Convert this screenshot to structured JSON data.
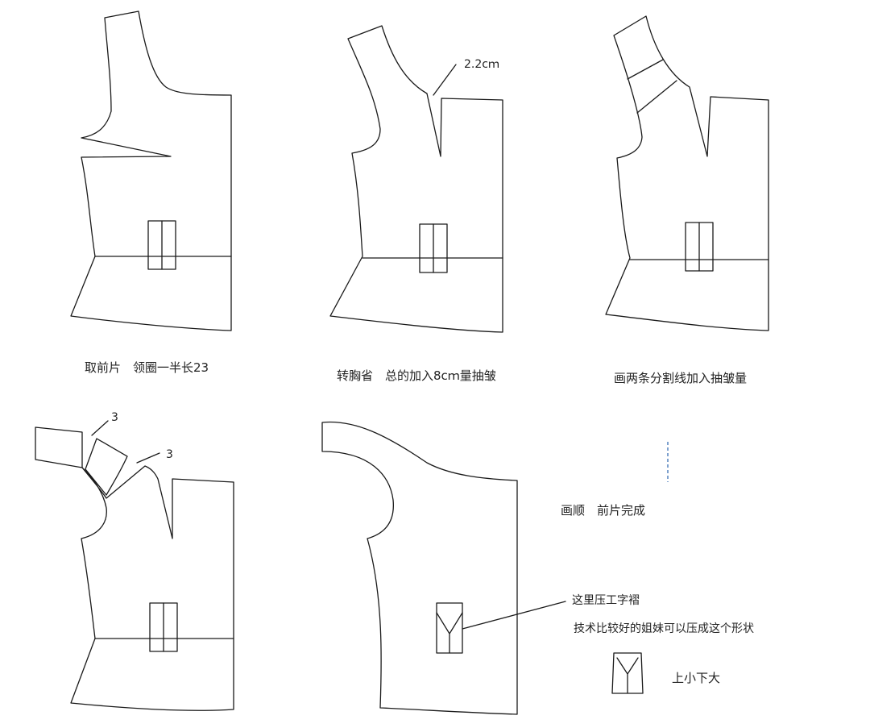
{
  "steps": [
    {
      "caption": "取前片　领圈一半长23"
    },
    {
      "caption": "转胸省　总的加入8cｍ量抽皱",
      "dim": "2.2cｍ"
    },
    {
      "caption": "画两条分割线加入抽皱量"
    },
    {
      "caption": "",
      "dims": [
        "3",
        "3"
      ]
    },
    {
      "caption": "画顺　前片完成"
    }
  ],
  "notes": {
    "pleat": "这里压工字褶",
    "advanced": "技术比较好的姐妹可以压成这个形状",
    "shape": "上小下大"
  }
}
